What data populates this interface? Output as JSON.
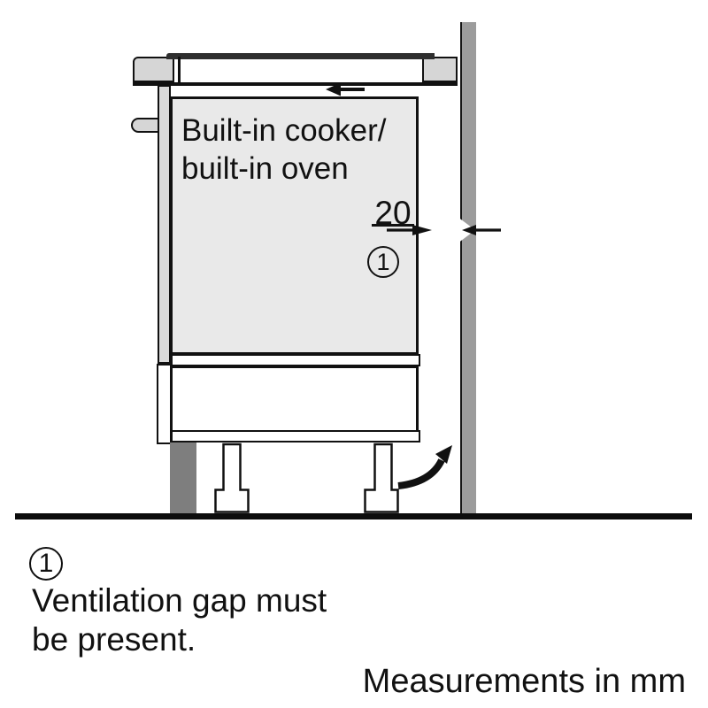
{
  "diagram": {
    "appliance_label": {
      "line1": "Built-in cooker/",
      "line2": "built-in oven"
    },
    "dimension": {
      "value": "20",
      "units": "mm"
    },
    "callout": {
      "number": "1"
    },
    "icons": {
      "airflow_arrow": "left-arrow",
      "gap_arrow_from_oven": "right-arrow",
      "gap_arrow_from_wall": "left-arrow",
      "ventilation_flow_arrow": "curved-up-right-arrow"
    },
    "colors": {
      "oven_fill": "#e9e9e9",
      "wall_fill": "#9c9c9c",
      "plinth_fill": "#7e7e7e",
      "panel_fill": "#d6d6d6",
      "hob_top": "#2f2f2f",
      "line": "#111111",
      "background": "#ffffff"
    }
  },
  "legend": {
    "callout_number": "1",
    "text_line1": "Ventilation gap must",
    "text_line2": "be present."
  },
  "footer": {
    "units_note": "Measurements in mm"
  }
}
